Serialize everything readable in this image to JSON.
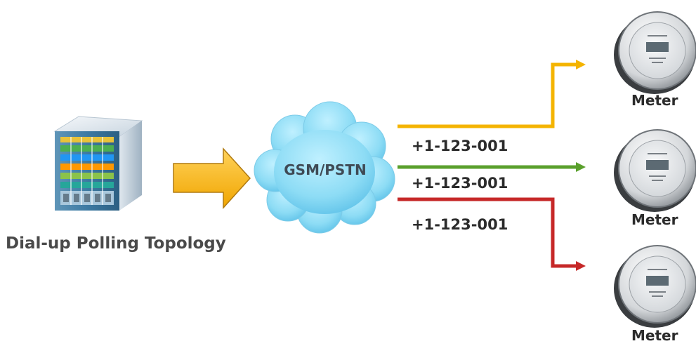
{
  "diagram": {
    "caption": "Dial-up Polling Topology",
    "server_icon": "server-rack-icon",
    "network": {
      "label": "GSM/PSTN",
      "icon": "cloud-icon"
    },
    "flow_arrow_color": "#f4b400",
    "links": [
      {
        "phone": "+1-123-001",
        "color": "#f4b400",
        "target_label": "Meter"
      },
      {
        "phone": "+1-123-001",
        "color": "#5aa02c",
        "target_label": "Meter"
      },
      {
        "phone": "+1-123-001",
        "color": "#c62828",
        "target_label": "Meter"
      }
    ]
  }
}
